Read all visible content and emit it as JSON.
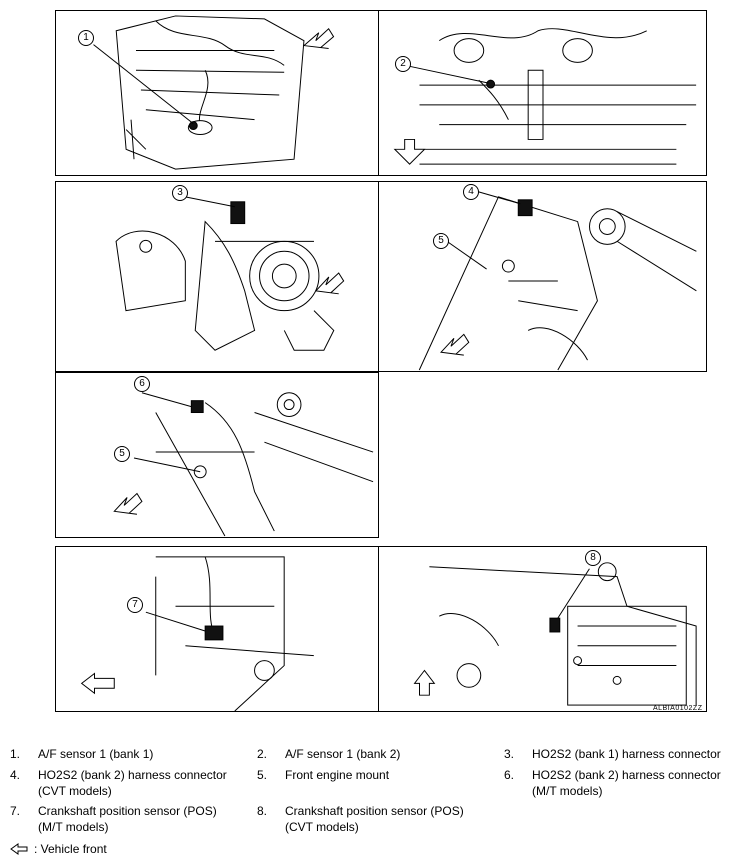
{
  "callouts": [
    "1",
    "2",
    "3",
    "4",
    "5",
    "5",
    "6",
    "7",
    "8"
  ],
  "figure_id": "ALBIA0102ZZ",
  "legend": [
    {
      "num": "1.",
      "text": "A/F sensor 1 (bank 1)"
    },
    {
      "num": "2.",
      "text": "A/F sensor 1 (bank 2)"
    },
    {
      "num": "3.",
      "text": "HO2S2 (bank 1) harness connector"
    },
    {
      "num": "4.",
      "text": "HO2S2 (bank 2) harness connector",
      "text2": "(CVT models)"
    },
    {
      "num": "5.",
      "text": "Front engine mount"
    },
    {
      "num": "6.",
      "text": "HO2S2 (bank 2) harness connector",
      "text2": "(M/T models)"
    },
    {
      "num": "7.",
      "text": "Crankshaft position sensor (POS)",
      "text2": "(M/T models)"
    },
    {
      "num": "8.",
      "text": "Crankshaft position sensor (POS)",
      "text2": "(CVT models)"
    }
  ],
  "vehicle_front": ": Vehicle front"
}
